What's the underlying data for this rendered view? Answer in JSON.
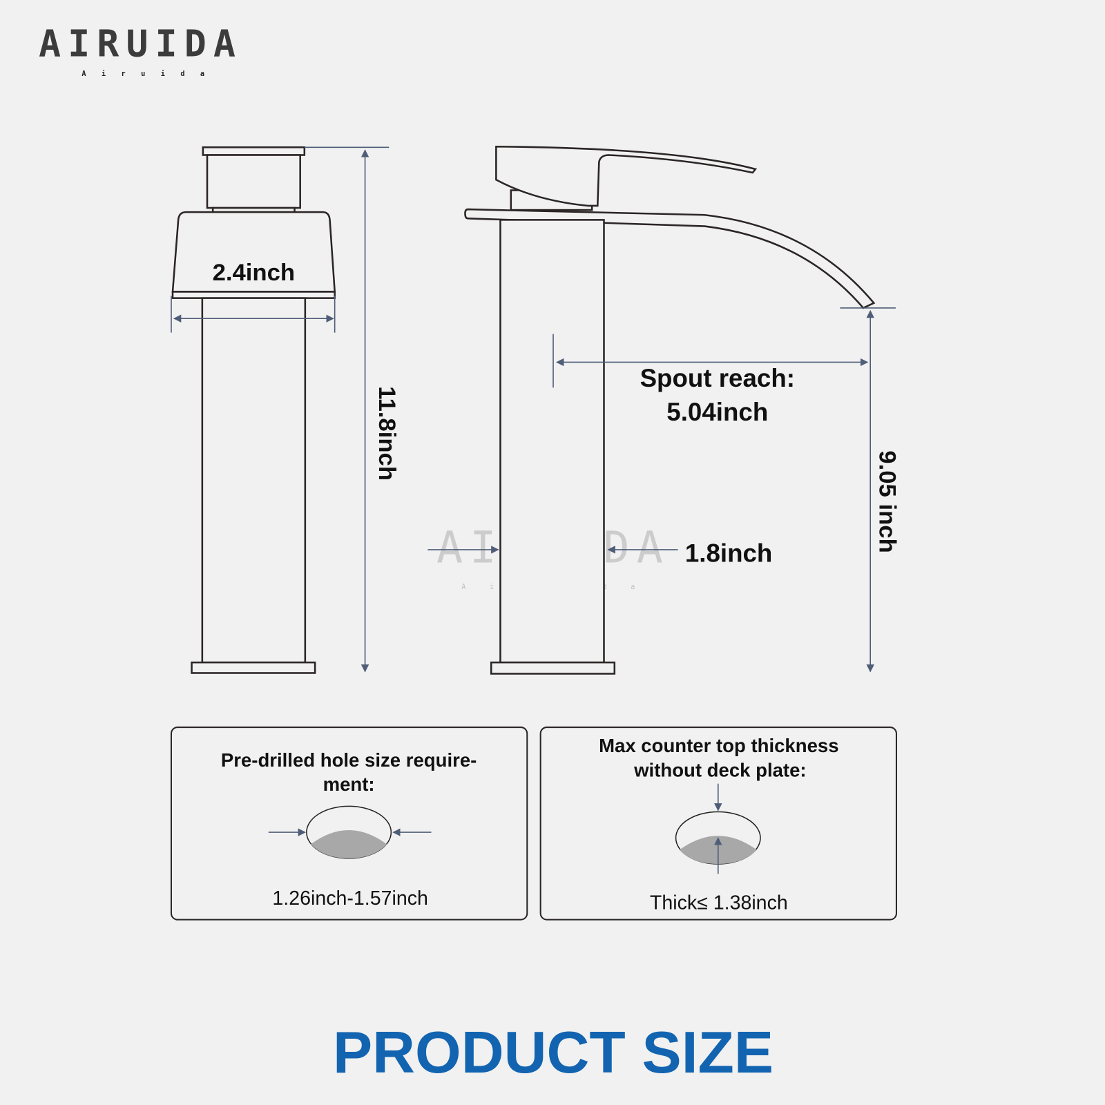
{
  "brand": {
    "logo": "AIRUIDA",
    "logo_sub": "A i r u i d a",
    "watermark": "AIRUIDA",
    "watermark_sub": "A i r u i d a"
  },
  "front_view": {
    "width_label": "2.4inch",
    "height_label": "11.8inch"
  },
  "side_view": {
    "reach_title": "Spout reach:",
    "reach_value": "5.04inch",
    "spout_height_label": "9.05 inch",
    "column_label": "1.8inch"
  },
  "hole_box": {
    "title_line1": "Pre-drilled hole size require-",
    "title_line2": "ment:",
    "value": "1.26inch-1.57inch"
  },
  "thickness_box": {
    "title_line1": "Max counter top thickness",
    "title_line2": "without deck plate:",
    "value": "Thick≤ 1.38inch"
  },
  "title": "PRODUCT SIZE",
  "colors": {
    "accent": "#1264b0",
    "dimension": "#4f5d78",
    "outline": "#2b2525"
  }
}
